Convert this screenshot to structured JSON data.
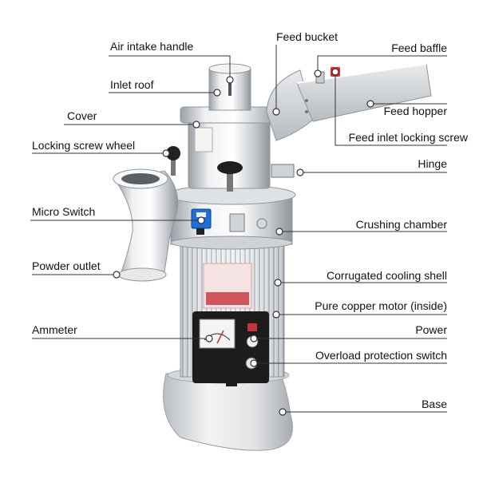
{
  "labels": {
    "air_intake_handle": "Air intake handle",
    "inlet_roof": "Inlet roof",
    "cover": "Cover",
    "locking_screw_wheel": "Locking screw wheel",
    "micro_switch": "Micro Switch",
    "powder_outlet": "Powder outlet",
    "ammeter": "Ammeter",
    "feed_bucket": "Feed bucket",
    "feed_baffle": "Feed baffle",
    "feed_hopper": "Feed hopper",
    "feed_inlet_locking_screw": "Feed inlet locking screw",
    "hinge": "Hinge",
    "crushing_chamber": "Crushing chamber",
    "corrugated_cooling_shell": "Corrugated cooling shell",
    "pure_copper_motor": "Pure copper motor (inside)",
    "power": "Power",
    "overload_protection_switch": "Overload protection switch",
    "base": "Base"
  },
  "colors": {
    "steel_light": "#eef0f2",
    "steel_mid": "#c9cdd1",
    "steel_dark": "#8f959b",
    "panel_black": "#1c1c1c",
    "micro_switch_blue": "#1f6fd6",
    "baffle_red": "#e0262b",
    "leader_line": "#333333"
  }
}
